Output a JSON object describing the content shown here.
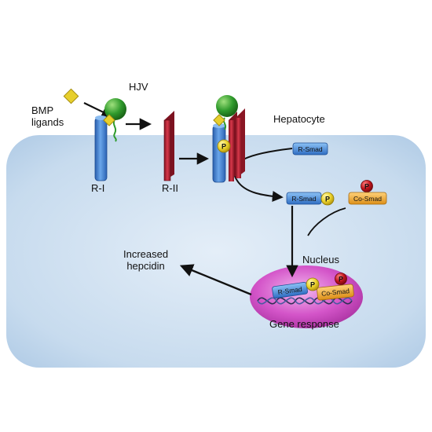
{
  "labels": {
    "bmp": "BMP",
    "ligands": "ligands",
    "hjv": "HJV",
    "r1": "R-I",
    "r2": "R-II",
    "hepatocyte": "Hepatocyte",
    "nucleus": "Nucleus",
    "gene_response": "Gene response",
    "increased": "Increased",
    "hepcidin": "hepcidin"
  },
  "proteins": {
    "rsmad": "R-Smad",
    "cosmad": "Co-Smad",
    "phospho": "P"
  },
  "colors": {
    "cell": "#c3d7ea",
    "receptor_blue": "#3f7fd0",
    "receptor_red": "#b2202e",
    "hjv_green": "#2f9a2c",
    "ligand_yellow": "#e7cf2d",
    "nucleus": "#c640b9",
    "cosmad_orange": "#eba324",
    "phospho_red": "#c0141c"
  }
}
